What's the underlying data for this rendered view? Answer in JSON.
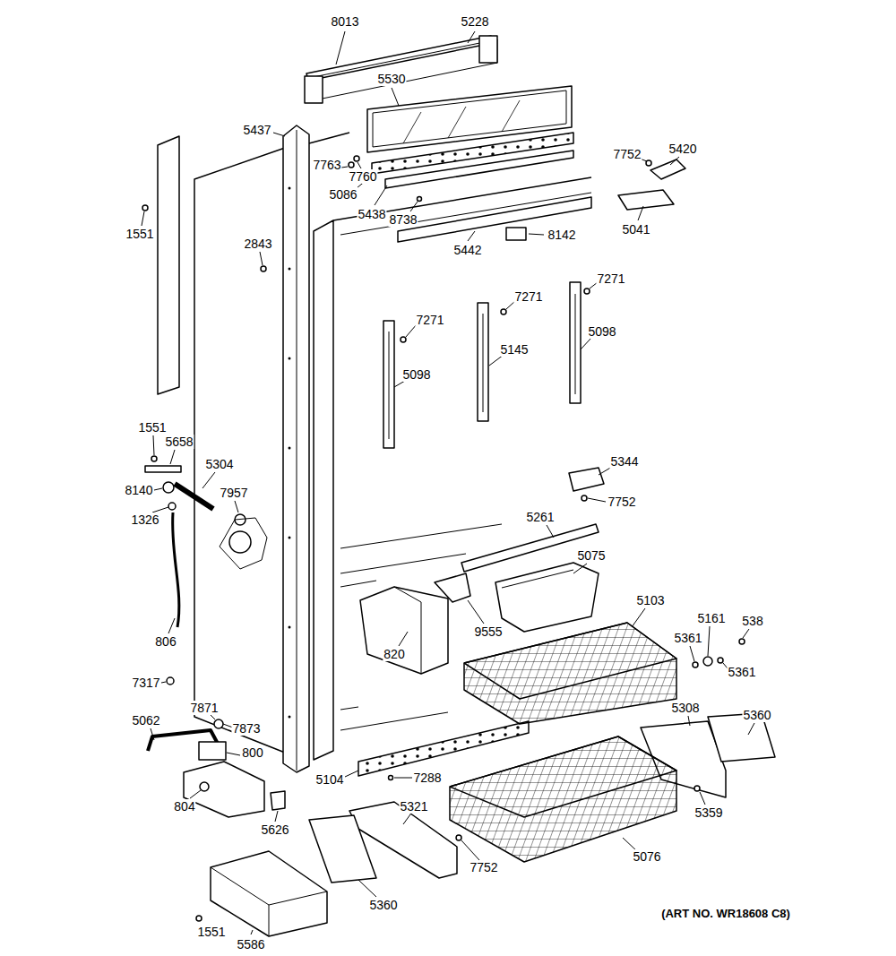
{
  "diagram": {
    "labels": [
      "8013",
      "5228",
      "5530",
      "5437",
      "7752",
      "5420",
      "7763",
      "7760",
      "5086",
      "5041",
      "5438",
      "8738",
      "8142",
      "5442",
      "1551",
      "2843",
      "7271",
      "7271",
      "7271",
      "5098",
      "5145",
      "5098",
      "1551",
      "5658",
      "5304",
      "5344",
      "8140",
      "7957",
      "7752",
      "1326",
      "5261",
      "5075",
      "9555",
      "5103",
      "5161",
      "538",
      "5361",
      "5361",
      "820",
      "806",
      "7317",
      "7871",
      "7873",
      "5062",
      "5308",
      "5360",
      "800",
      "5104",
      "7288",
      "804",
      "5626",
      "5321",
      "5359",
      "5076",
      "7752",
      "5360",
      "1551",
      "5586",
      "(ART NO. WR18608 C8)"
    ]
  }
}
